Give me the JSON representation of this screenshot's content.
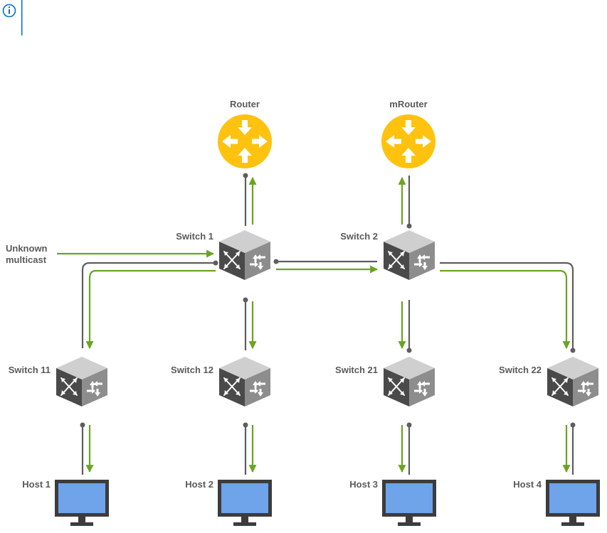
{
  "note": {
    "icon": "info-icon"
  },
  "colors": {
    "router": "#ffc20e",
    "link": "#5e5e5e",
    "multicast_flow": "#6aa420",
    "screen": "#6fa3ea",
    "switch_top": "#c8c8c8"
  },
  "labels": {
    "router": "Router",
    "mrouter": "mRouter",
    "switch1": "Switch 1",
    "switch2": "Switch 2",
    "switch11": "Switch 11",
    "switch12": "Switch 12",
    "switch21": "Switch 21",
    "switch22": "Switch 22",
    "unknown_multicast_1": "Unknown",
    "unknown_multicast_2": "multicast",
    "host1": "Host 1",
    "host2": "Host 2",
    "host3": "Host 3",
    "host4": "Host 4"
  }
}
